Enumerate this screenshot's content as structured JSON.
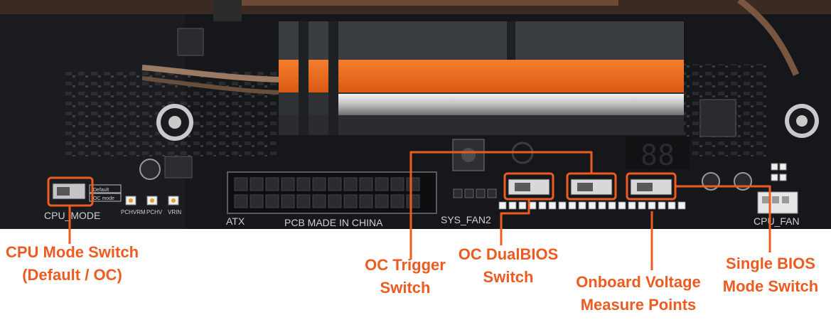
{
  "colors": {
    "accent": "#ee5b21",
    "pcb": "#15171a",
    "heatsink": "#ec6a1f"
  },
  "silkscreen": {
    "cpu_mode": "CPU_MODE",
    "atx": "ATX",
    "pcb_made": "PCB MADE IN CHINA",
    "sys_fan2": "SYS_FAN2",
    "cpu_fan": "CPU_FAN",
    "pchvrm": "PCHVRM",
    "pchv": "PCHV",
    "vrin": "VRIN",
    "default": "Default",
    "oc_mode": "OC mode"
  },
  "callouts": {
    "cpu_mode": {
      "line1": "CPU Mode Switch",
      "line2": "(Default / OC)"
    },
    "oc_trigger": {
      "line1": "OC Trigger",
      "line2": "Switch"
    },
    "oc_dualbios": {
      "line1": "OC DualBIOS",
      "line2": "Switch"
    },
    "voltage": {
      "line1": "Onboard Voltage",
      "line2": "Measure Points"
    },
    "single_bios": {
      "line1": "Single BIOS",
      "line2": "Mode Switch"
    }
  }
}
